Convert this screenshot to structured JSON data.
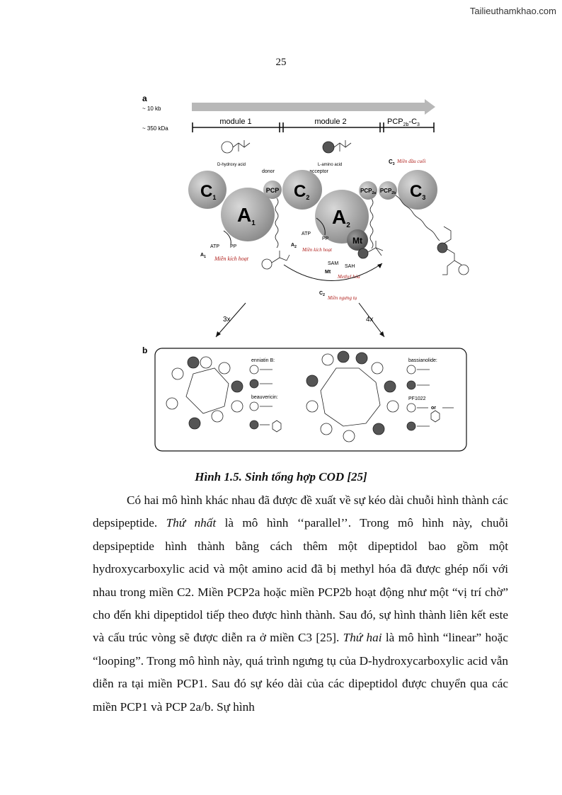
{
  "watermark": "Tailieuthamkhao.com",
  "page_number": "25",
  "figure": {
    "panel_a": "a",
    "panel_b": "b",
    "scale_kb": "~ 10 kb",
    "scale_kda": "~ 350 kDa",
    "module1": "module 1",
    "module2": "module 2",
    "module3": "PCP",
    "module3_sub": "2b",
    "module3_tail": "-C",
    "module3_tail_sub": "3",
    "acid1": "D-hydroxy acid",
    "acid2": "L-amino acid",
    "donor": "donor",
    "acceptor": "acceptor",
    "c1": "C",
    "c1_sub": "1",
    "a1": "A",
    "a1_sub": "1",
    "pcp1": "PCP",
    "c2": "C",
    "c2_sub": "2",
    "a2": "A",
    "a2_sub": "2",
    "mt": "Mt",
    "pcp2a": "PCP",
    "pcp2a_sub": "2a",
    "pcp2b": "PCP",
    "pcp2b_sub": "2b",
    "c3": "C",
    "c3_sub": "3",
    "c3_label": "C",
    "c3_label_sub": "3",
    "c3_note": "Miền đầu cuối",
    "atp1": "ATP",
    "pp1": "PP",
    "a1_label": "A",
    "a1_label_sub": "1",
    "a1_note": "Miền kích hoạt",
    "atp2": "ATP",
    "pp2": "PP",
    "a2_label": "A",
    "a2_label_sub": "2",
    "a2_note": "Miền kích hoạt",
    "sam": "SAM",
    "sah": "SAH",
    "mt_label": "Mt",
    "mt_note": "Methyl hóa",
    "c2_label": "C",
    "c2_label_sub": "2",
    "c2_note": "Miền ngưng tụ",
    "arrow_3x": "3x",
    "arrow_4x": "4x",
    "enniatin": "enniatin B:",
    "beauvericin": "beauvericin:",
    "bassianolide": "bassianolide:",
    "pf1022": "PF1022",
    "or": "or"
  },
  "caption": "Hình 1.5. Sinh tổng hợp COD [25]",
  "paragraph": [
    {
      "text": "Có hai mô hình khác nhau đã được đề xuất về sự kéo dài chuỗi hình thành các depsipeptide. ",
      "italic": false
    },
    {
      "text": "Thứ nhất",
      "italic": true
    },
    {
      "text": " là mô hình ‘‘parallel’’. Trong mô hình này, chuỗi depsipeptide hình thành bằng cách thêm một dipeptidol bao gồm một hydroxycarboxylic acid và một amino acid đã bị methyl hóa đã được ghép nối với nhau trong miền C2. Miền PCP2a hoặc miền PCP2b hoạt động như một “vị trí chờ” cho đến khi dipeptidol tiếp theo được hình thành. Sau đó, sự hình thành liên kết este và cấu trúc vòng sẽ được diễn ra ở miền C3 [25]. ",
      "italic": false
    },
    {
      "text": "Thứ hai",
      "italic": true
    },
    {
      "text": " là mô hình “linear” hoặc “looping”. Trong mô hình này, quá trình ngưng tụ của D-hydroxycarboxylic acid vẫn diễn ra tại miền PCP1. Sau đó sự kéo dài của các dipeptidol được chuyển qua các miền PCP1 và PCP 2a/b. Sự hình",
      "italic": false
    }
  ]
}
